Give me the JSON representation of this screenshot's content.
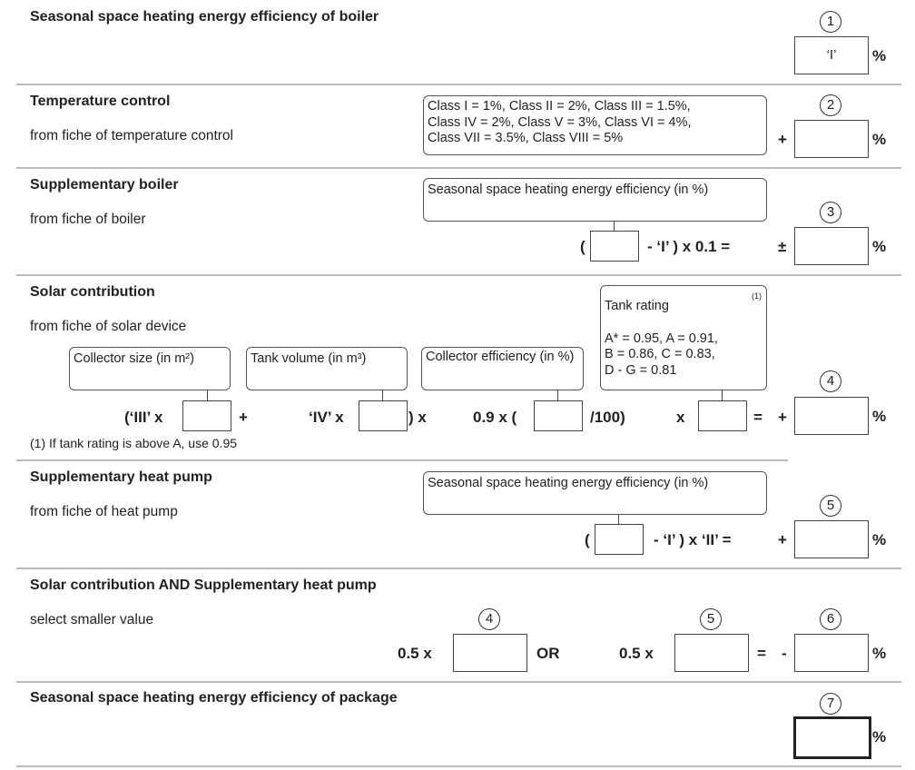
{
  "s1": {
    "title": "Seasonal space heating energy efficiency of boiler",
    "num": "1",
    "value": "‘I’",
    "pct": "%"
  },
  "s2": {
    "title": "Temperature control",
    "sub": "from fiche of temperature control",
    "info": [
      "Class I = 1%, Class II = 2%, Class III = 1.5%,",
      "Class IV = 2%, Class V = 3%, Class VI = 4%,",
      "Class VII = 3.5%, Class VIII = 5%"
    ],
    "num": "2",
    "sign": "+",
    "pct": "%"
  },
  "s3": {
    "title": "Supplementary boiler",
    "sub": "from fiche of boiler",
    "info": "Seasonal space heating energy efficiency (in %)",
    "formula": {
      "open": "(",
      "rest": "- ‘I’  )  x  0.1  =",
      "sign": "±"
    },
    "num": "3",
    "pct": "%"
  },
  "s4": {
    "title": "Solar contribution",
    "sub": "from fiche of solar device",
    "collector_size": "Collector size (in m²)",
    "tank_volume": "Tank volume (in m³)",
    "collector_eff": "Collector efficiency (in %)",
    "tank_rating": {
      "label": "Tank rating",
      "footnote": "(1)",
      "lines": [
        "A* = 0.95, A = 0.91,",
        "B = 0.86, C = 0.83,",
        "D - G = 0.81"
      ]
    },
    "formula": {
      "t1": "(‘III’  x",
      "plus": "+",
      "t2": "‘IV’  x",
      "t3": ")  x",
      "t4": "0.9  x  (",
      "t5": "/100)",
      "t6": "x",
      "eq": "=",
      "sign": "+"
    },
    "note": "(1)   If tank rating is above A, use 0.95",
    "num": "4",
    "pct": "%"
  },
  "s5": {
    "title": "Supplementary heat pump",
    "sub": "from fiche of heat pump",
    "info": "Seasonal space heating energy efficiency (in %)",
    "formula": {
      "open": "(",
      "rest": "- ‘I’  )  x  ‘II’  =",
      "sign": "+"
    },
    "num": "5",
    "pct": "%"
  },
  "s6": {
    "title": "Solar contribution AND Supplementary heat pump",
    "sub": "select smaller value",
    "f1": "0.5  x",
    "or": "OR",
    "f2": "0.5  x",
    "eq": "=",
    "sign": "-",
    "n4": "4",
    "n5": "5",
    "num": "6",
    "pct": "%"
  },
  "s7": {
    "title": "Seasonal space heating energy efficiency of package",
    "num": "7",
    "pct": "%"
  }
}
